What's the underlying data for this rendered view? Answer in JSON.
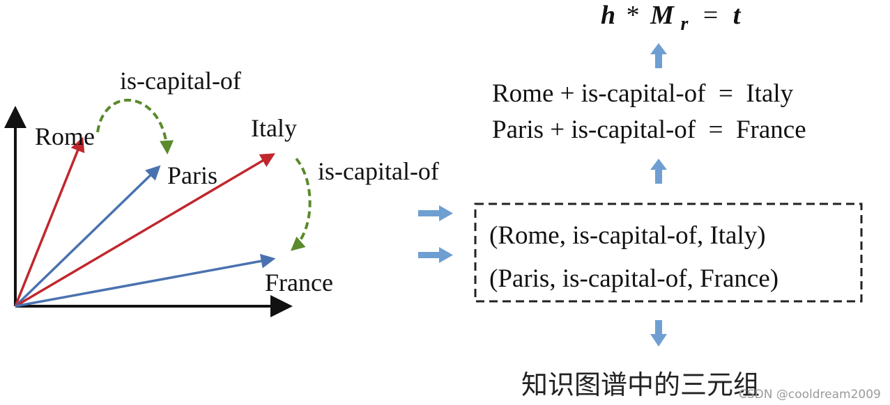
{
  "colors": {
    "red": "#c0272d",
    "blue": "#4a72b0",
    "green": "#5a8a2a",
    "flow_arrow": "#6f9fd2",
    "axis": "#111111",
    "watermark": "#9a9a9a"
  },
  "vector_space": {
    "entities": {
      "rome": "Rome",
      "paris": "Paris",
      "italy": "Italy",
      "france": "France"
    },
    "relation_labels": {
      "top": "is-capital-of",
      "right": "is-capital-of"
    }
  },
  "formula": {
    "h": "h",
    "op": "*",
    "M": "M",
    "sub": "r",
    "eq": "=",
    "t": "t"
  },
  "equations": [
    "Rome + is-capital-of  =  Italy",
    "Paris + is-capital-of  =  France"
  ],
  "triples": [
    "(Rome, is-capital-of, Italy)",
    "(Paris, is-capital-of, France)"
  ],
  "caption": "知识图谱中的三元组",
  "watermark": "CSDN @cooldream2009"
}
